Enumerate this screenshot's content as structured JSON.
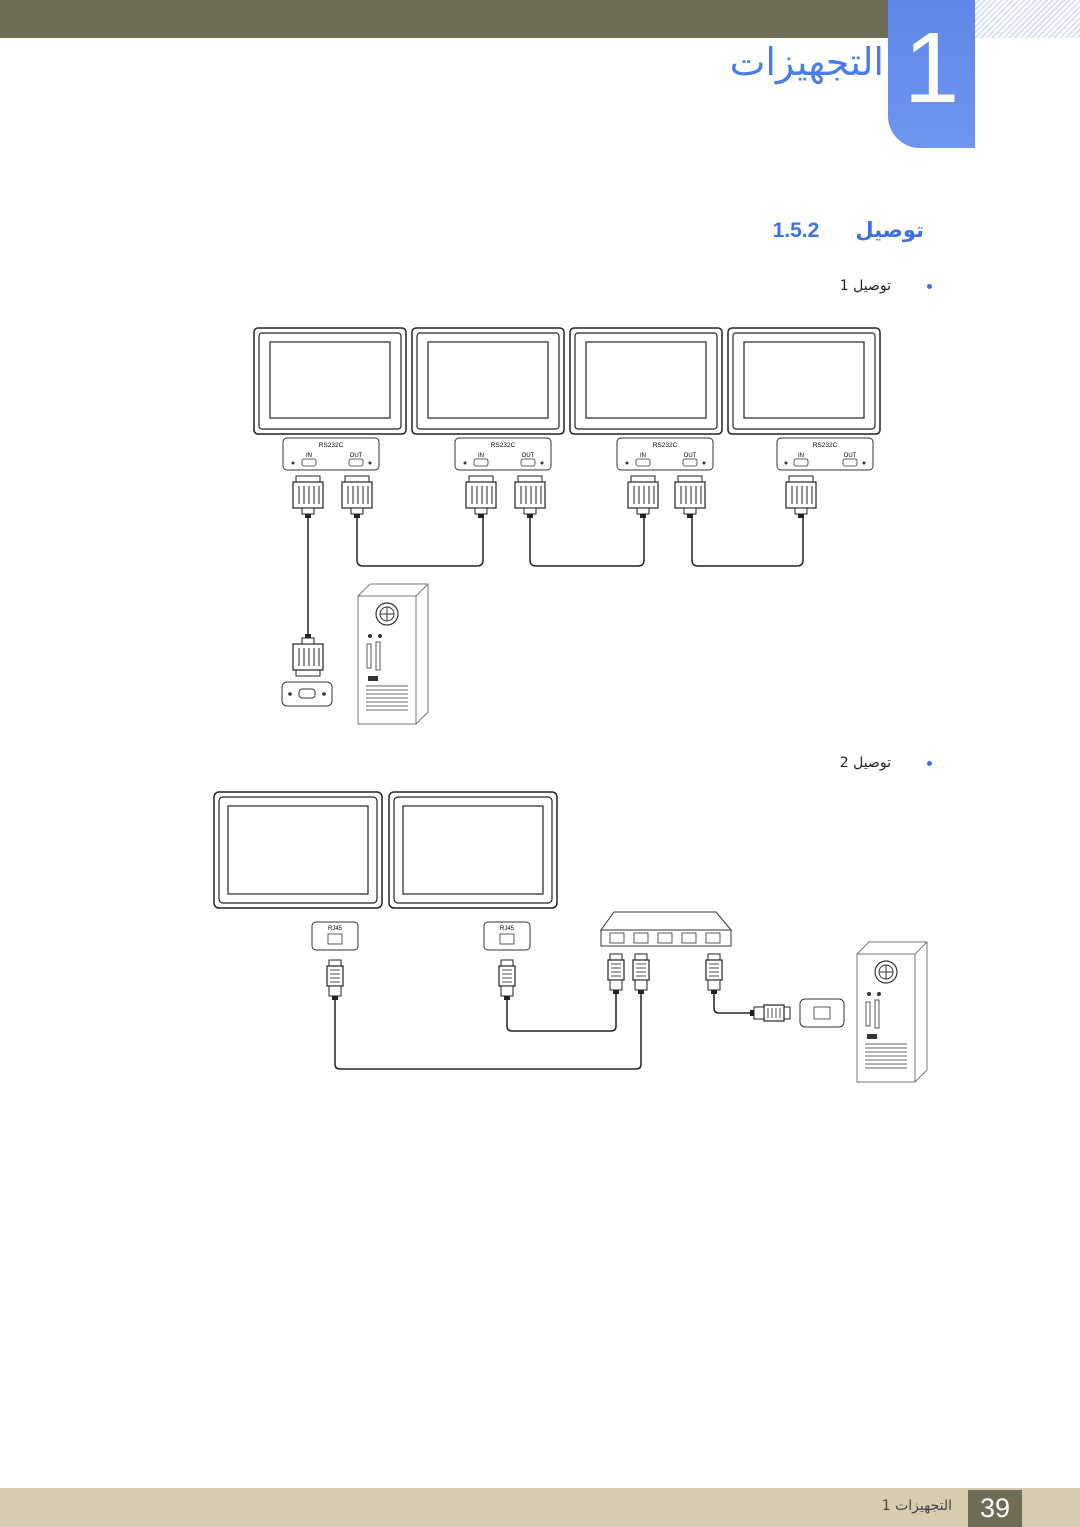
{
  "chapter": {
    "number": "1",
    "title": "التجهيزات"
  },
  "section": {
    "number": "1.5.2",
    "title": "توصيل"
  },
  "connections": [
    {
      "label": "توصيل 1",
      "port_panel_label": "RS232C",
      "port_in_label": "IN",
      "port_out_label": "OUT"
    },
    {
      "label": "توصيل 2",
      "port_label": "RJ45"
    }
  ],
  "footer": {
    "page_number": "39",
    "chapter_label": "التجهيزات 1"
  },
  "colors": {
    "accent_blue": "#3f72de",
    "header_band": "#6e6d55",
    "footer_band": "#d6cdb0"
  }
}
